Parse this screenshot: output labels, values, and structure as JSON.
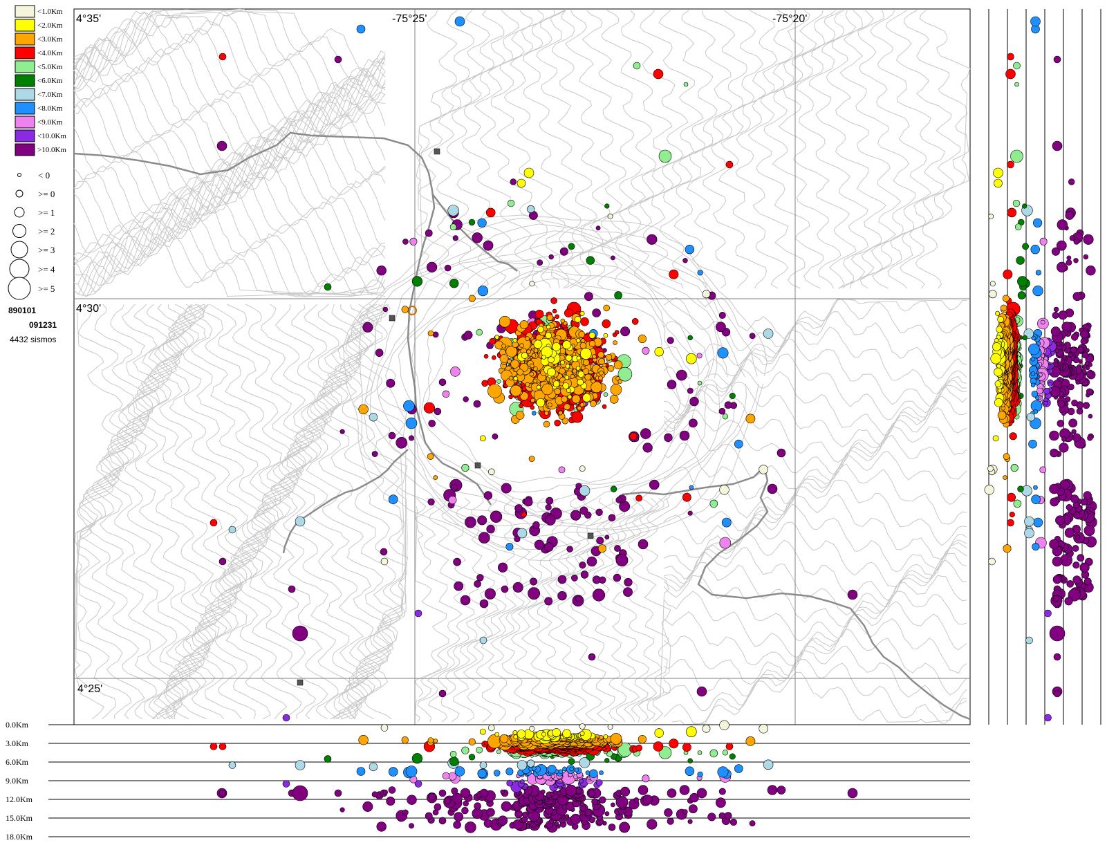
{
  "depth_legend": [
    {
      "label": "<1.0Km",
      "color": "#f5f5dc"
    },
    {
      "label": "<2.0Km",
      "color": "#ffff00"
    },
    {
      "label": "<3.0Km",
      "color": "#ffa500"
    },
    {
      "label": "<4.0Km",
      "color": "#ff0000"
    },
    {
      "label": "<5.0Km",
      "color": "#90ee90"
    },
    {
      "label": "<6.0Km",
      "color": "#008000"
    },
    {
      "label": "<7.0Km",
      "color": "#add8e6"
    },
    {
      "label": "<8.0Km",
      "color": "#1e90ff"
    },
    {
      "label": "<9.0Km",
      "color": "#ee82ee"
    },
    {
      "label": "<10.0Km",
      "color": "#8a2be2"
    },
    {
      "label": ">10.0Km",
      "color": "#800080"
    }
  ],
  "magnitude_legend": [
    {
      "label": "< 0"
    },
    {
      "label": ">= 0"
    },
    {
      "label": ">= 1"
    },
    {
      "label": ">= 2"
    },
    {
      "label": ">= 3"
    },
    {
      "label": ">= 4"
    },
    {
      "label": ">= 5"
    }
  ],
  "info": {
    "date_start": "890101",
    "date_end": "091231",
    "count": "4432 sismos"
  },
  "map": {
    "lon_labels": [
      "-75°25'",
      "-75°20'"
    ],
    "lat_labels": [
      "4°35'",
      "4°30'",
      "4°25'"
    ]
  },
  "depth_axis": {
    "labels": [
      "0.0Km",
      "3.0Km",
      "6.0Km",
      "9.0Km",
      "12.0Km",
      "15.0Km",
      "18.0Km"
    ]
  },
  "colors": {
    "contour": "#c8c8c8",
    "river": "#8c8c8c",
    "grid": "#808080",
    "station": "#555555"
  }
}
